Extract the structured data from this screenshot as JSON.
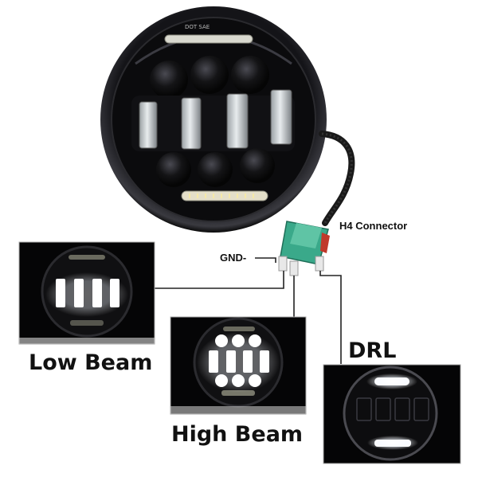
{
  "headlight": {
    "marking": "DOT SAE"
  },
  "labels": {
    "connector": "H4 Connector",
    "ground": "GND-",
    "low_beam": "Low Beam",
    "high_beam": "High Beam",
    "drl": "DRL"
  },
  "colors": {
    "housing": "#0c0c0e",
    "led_glow": "#ffffff",
    "connector_green": "#3aa98a",
    "wire": "#1a1a1a",
    "wire_red": "#c0392b",
    "text": "#111111"
  }
}
